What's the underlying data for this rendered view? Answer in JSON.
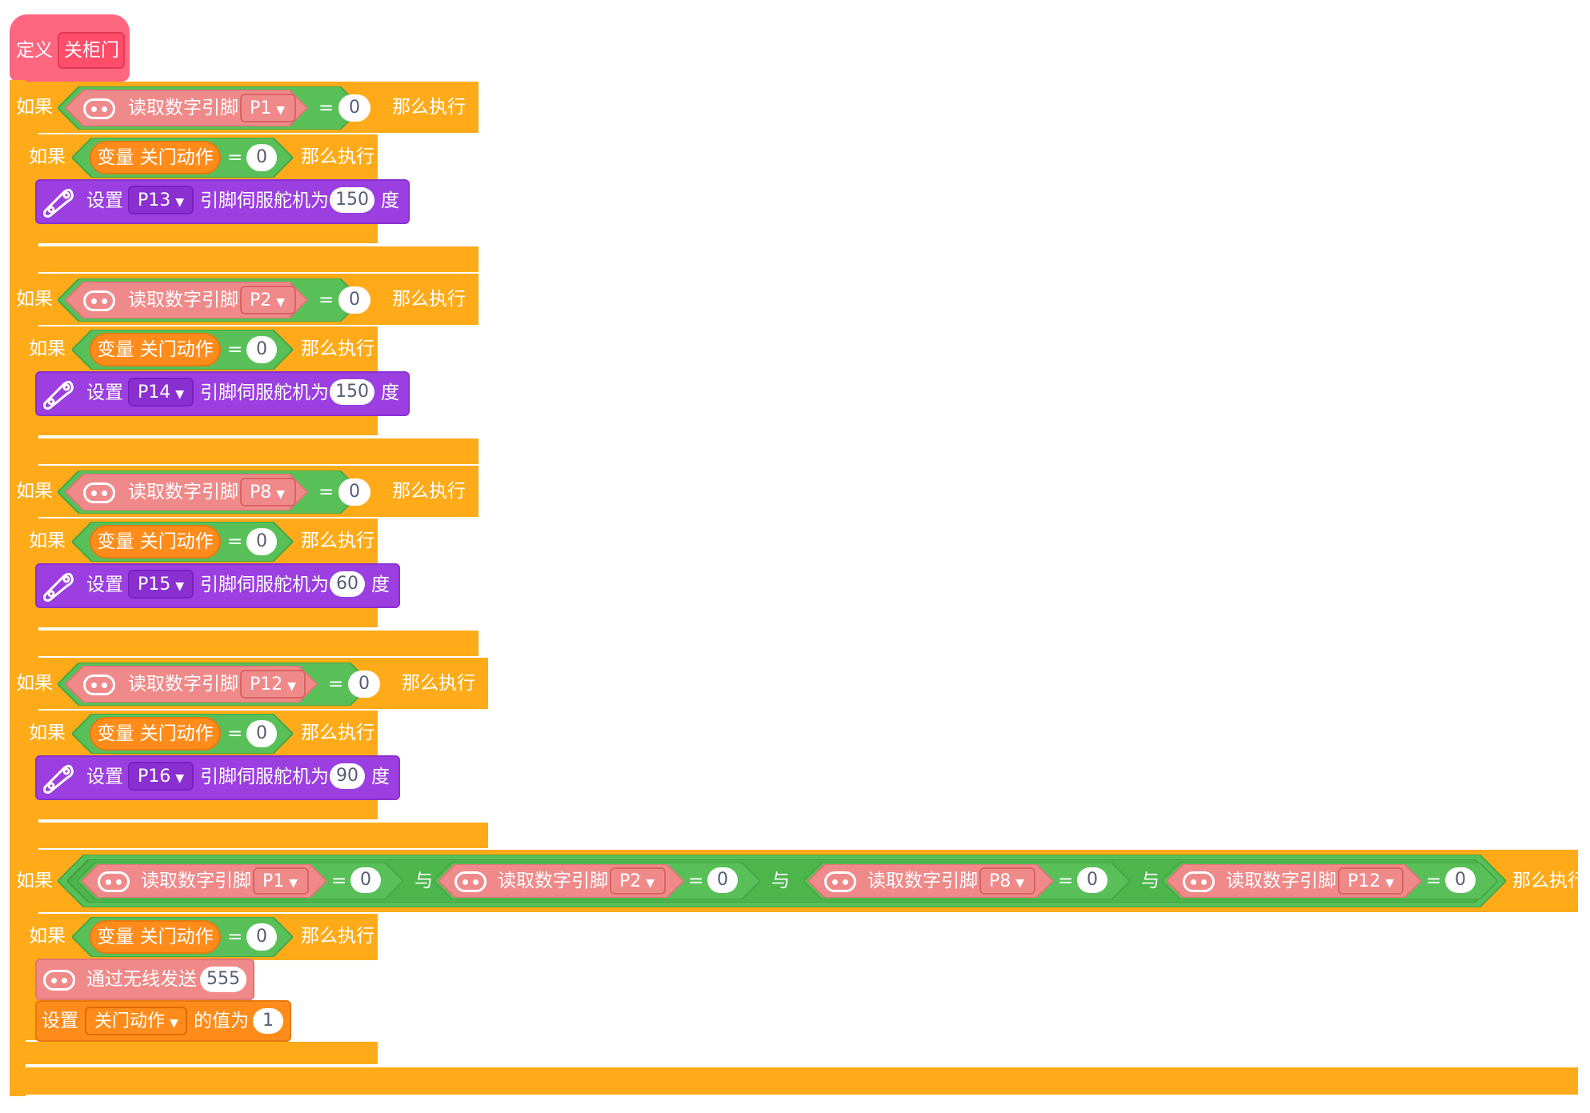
{
  "define": {
    "keyword": "定义",
    "name": "关柜门"
  },
  "labels": {
    "if": "如果",
    "then": "那么执行",
    "read_pin": "读取数字引脚",
    "equals": "=",
    "and": "与",
    "variable": "变量 关门动作",
    "set": "设置",
    "servo_text": "引脚伺服舵机为",
    "degree": "度",
    "radio_send": "通过无线发送",
    "value_of": "的值为"
  },
  "blocks": [
    {
      "pin": "P1",
      "compare": "0",
      "inner_compare": "0",
      "servo_pin": "P13",
      "angle": "150"
    },
    {
      "pin": "P2",
      "compare": "0",
      "inner_compare": "0",
      "servo_pin": "P14",
      "angle": "150"
    },
    {
      "pin": "P8",
      "compare": "0",
      "inner_compare": "0",
      "servo_pin": "P15",
      "angle": "60"
    },
    {
      "pin": "P12",
      "compare": "0",
      "inner_compare": "0",
      "servo_pin": "P16",
      "angle": "90"
    }
  ],
  "final_block": {
    "conditions": [
      {
        "pin": "P1",
        "compare": "0"
      },
      {
        "pin": "P2",
        "compare": "0"
      },
      {
        "pin": "P8",
        "compare": "0"
      },
      {
        "pin": "P12",
        "compare": "0"
      }
    ],
    "inner_compare": "0",
    "radio_value": "555",
    "set_var": "关门动作",
    "set_value": "1"
  },
  "colors": {
    "control": "#ffab19",
    "define": "#ff6680",
    "operator": "#59c059",
    "pin_read": "#f08a8a",
    "variable": "#ff8c1a",
    "servo": "#9b3fe0"
  },
  "icons": {
    "pin": "chip-icon",
    "servo": "servo-icon",
    "radio": "radio-icon"
  }
}
